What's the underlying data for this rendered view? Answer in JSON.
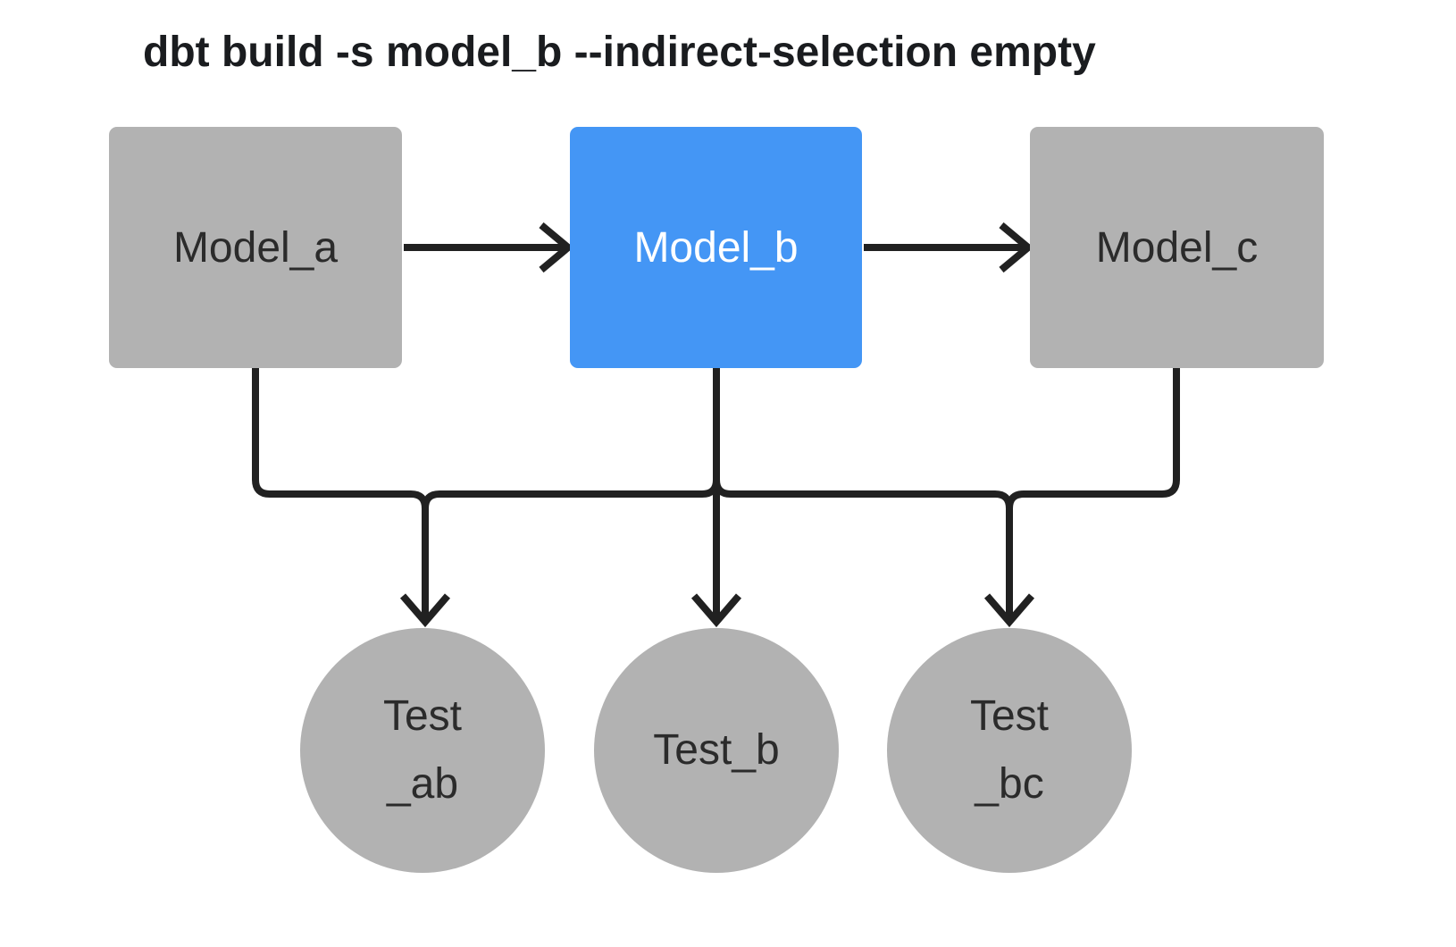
{
  "title": "dbt build -s model_b --indirect-selection empty",
  "theme": {
    "background": "#ffffff",
    "node_gray": "#b2b2b2",
    "node_selected": "#4496f5",
    "edge_color": "#212121",
    "label_dark": "#2b2b2b",
    "label_light": "#ffffff",
    "title_color": "#1a1c1f"
  },
  "diagram": {
    "models": [
      {
        "id": "model_a",
        "label": "Model_a",
        "state": "default"
      },
      {
        "id": "model_b",
        "label": "Model_b",
        "state": "selected"
      },
      {
        "id": "model_c",
        "label": "Model_c",
        "state": "default"
      }
    ],
    "tests": [
      {
        "id": "test_ab",
        "lines": [
          "Test",
          "_ab"
        ]
      },
      {
        "id": "test_b",
        "lines": [
          "Test_b"
        ]
      },
      {
        "id": "test_bc",
        "lines": [
          "Test",
          "_bc"
        ]
      }
    ],
    "edges": [
      {
        "from": "model_a",
        "to": "model_b"
      },
      {
        "from": "model_b",
        "to": "model_c"
      },
      {
        "from": "model_a",
        "to": "test_ab"
      },
      {
        "from": "model_b",
        "to": "test_ab"
      },
      {
        "from": "model_b",
        "to": "test_b"
      },
      {
        "from": "model_b",
        "to": "test_bc"
      },
      {
        "from": "model_c",
        "to": "test_bc"
      }
    ]
  }
}
